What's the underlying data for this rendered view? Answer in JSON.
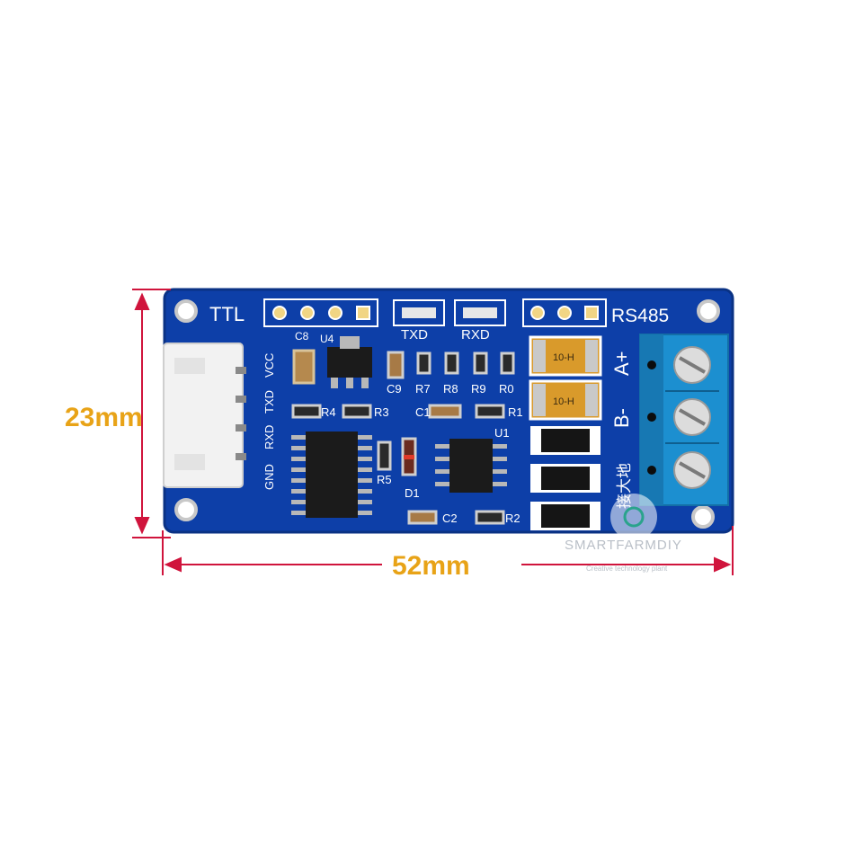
{
  "board": {
    "header_ttl": "TTL",
    "header_rs485": "RS485",
    "led_txd": "TXD",
    "led_rxd": "RXD",
    "pin_labels": [
      "GND",
      "RXD",
      "TXD",
      "VCC"
    ],
    "terminal_labels": {
      "a_plus": "A+",
      "b_minus": "B-",
      "ground": "接大地"
    },
    "component_labels": [
      "C8",
      "U4",
      "C9",
      "R7",
      "R8",
      "R9",
      "R0",
      "R4",
      "R3",
      "C1",
      "R1",
      "U1",
      "R5",
      "D1",
      "C2",
      "R2"
    ],
    "fuse_marking": "10-H"
  },
  "dimensions": {
    "height": "23mm",
    "width": "52mm"
  },
  "watermark": {
    "brand": "SMARTFARMDIY",
    "tagline": "Creative technology plant"
  },
  "colors": {
    "pcb": "#0d3fa8",
    "pcb_border": "#0a3284",
    "terminal": "#1c8fd0",
    "dimension_line": "#d0143c",
    "dimension_text": "#e8a317"
  }
}
